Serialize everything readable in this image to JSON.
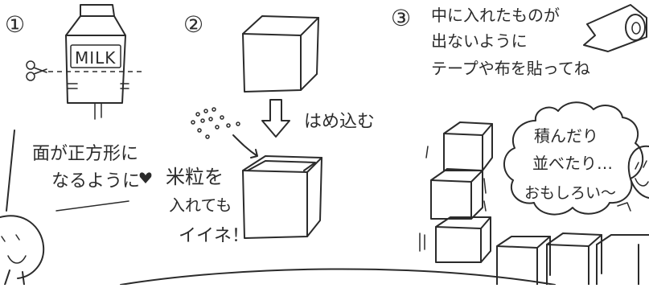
{
  "steps": {
    "step1": {
      "number": "①",
      "carton_label": "MILK",
      "note_line1": "面が正方形に",
      "note_line2": "なるように"
    },
    "step2": {
      "number": "②",
      "arrow_label": "はめ込む",
      "rice_line1": "米粒を",
      "rice_line2": "入れても",
      "rice_line3": "イイネ！"
    },
    "step3": {
      "number": "③",
      "tape_line1": "中に入れたものが",
      "tape_line2": "出ないように",
      "tape_line3": "テープや布を貼ってね",
      "speech_line1": "積んだり",
      "speech_line2": "並べたり…",
      "speech_line3": "おもしろい〜"
    }
  },
  "icons": {
    "scissors": "scissors-icon",
    "tape": "tape-roll-icon",
    "heart": "heart-icon"
  },
  "colors": {
    "ink": "#2b2b2b",
    "paper": "#ffffff"
  }
}
